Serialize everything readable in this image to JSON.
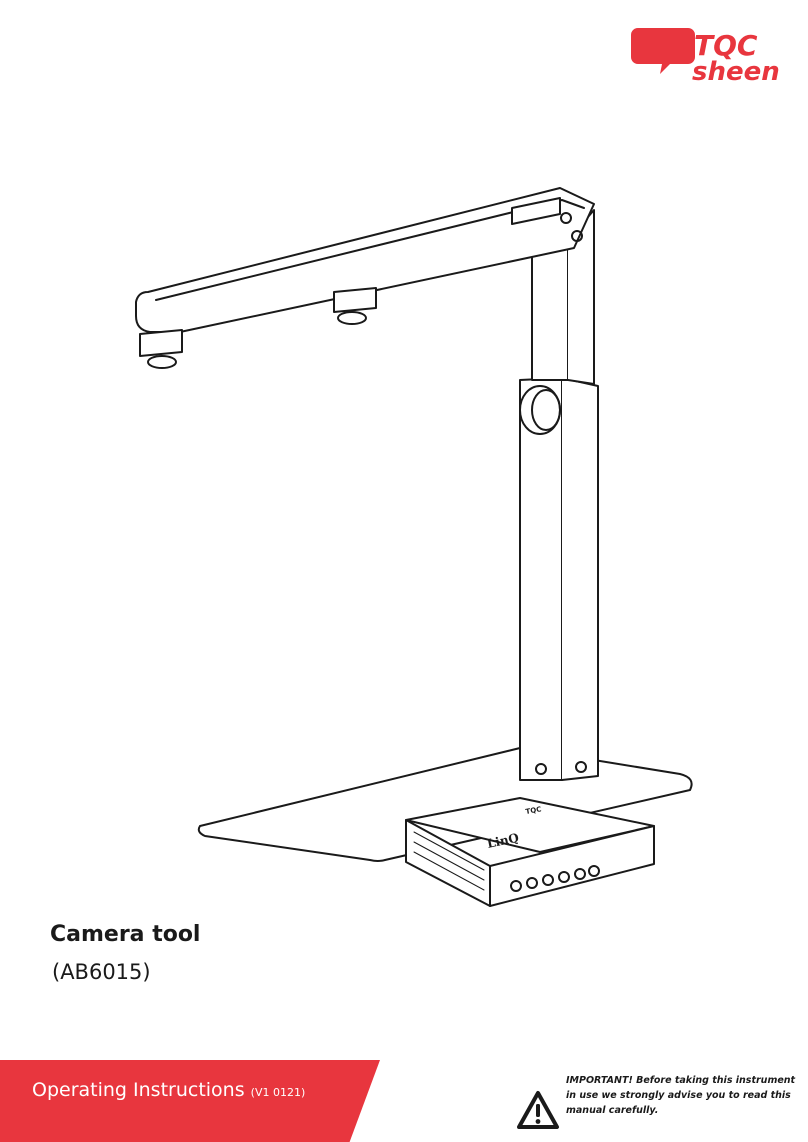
{
  "brand": {
    "logo_line1": "TQC",
    "logo_line2": "sheen",
    "accent": "#e8363e"
  },
  "device": {
    "label": "LinQ",
    "badge": "TQC"
  },
  "product": {
    "title": "Camera tool",
    "code": "(AB6015)"
  },
  "footer": {
    "document_type": "Operating Instructions",
    "version": "(V1 0121)",
    "notice": "IMPORTANT! Before taking this instrument in use we strongly advise you to read this manual carefully."
  },
  "icons": [
    "warning-triangle-icon"
  ]
}
